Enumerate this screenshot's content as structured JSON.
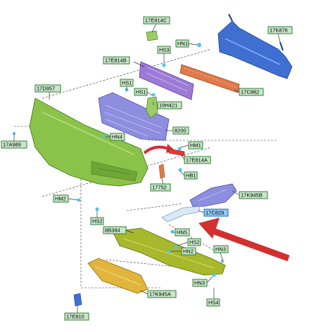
{
  "labels": {
    "bracket_upper_small": "17E814C",
    "reinf_bar": "17K876",
    "hn1": "HN1",
    "hs3": "HS3",
    "bracket_17e814b": "17E814B",
    "hs1": "HS1",
    "upper_strip": "17C882",
    "bumper_cover": "17D957",
    "hs1_lower": "HS1",
    "bracket_19h421": "19H421",
    "grille": "8200",
    "clip_17a989": "17A989",
    "hn4": "HN4",
    "hm1": "HM1",
    "bracket_17e814a": "17E814A",
    "hb1": "HB1",
    "bracket_17752": "17752",
    "side_grille": "17K945B",
    "hm2": "HM2",
    "chrome_trim": "17C829",
    "hs2_left": "HS2",
    "lower_deflector": "8B384",
    "hn5": "HN5",
    "hs2_right": "HS2",
    "hn2": "HN2",
    "hn3_top": "HN3",
    "hn3_lower": "HN3",
    "skid_plate": "17K945A",
    "hs4": "HS4",
    "tow_cover": "17E810"
  },
  "colors": {
    "label_fill": "#c8e6c9",
    "label_border": "#2e7d32",
    "highlight_fill": "#90caf9",
    "highlight_border": "#1565c0",
    "bumper_green": "#8bc34a",
    "reinforcement_blue": "#3f6fd1",
    "grille_purple": "#8e8ee0",
    "bracket_purple": "#9c7bd6",
    "strip_orange": "#e07a4a",
    "deflector_olive": "#a8b82c",
    "skid_gold": "#e0b53a",
    "arrow_red": "#d32f2f"
  },
  "icons": {
    "arrow_red_big": "red-arrow-pointing-icon",
    "arrow_red_small": "red-curved-arrow-icon"
  }
}
